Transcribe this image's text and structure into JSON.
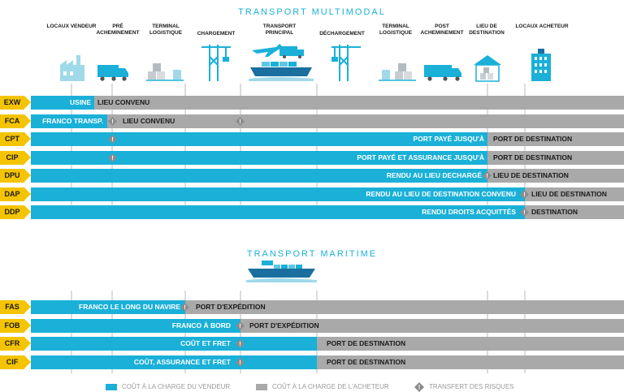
{
  "multimodal": {
    "title": "TRANSPORT MULTIMODAL",
    "columns": [
      {
        "label": "LOCAUX VENDEUR",
        "icon": "factory-icon"
      },
      {
        "label": "PRÉ ACHEMINEMENT",
        "icon": "truck-icon"
      },
      {
        "label": "TERMINAL LOGISTIQUE",
        "icon": "warehouse-boxes-icon"
      },
      {
        "label": "CHARGEMENT",
        "icon": "crane-icon"
      },
      {
        "label": "TRANSPORT PRINCIPAL",
        "icon": "plane-truck-ship-icon"
      },
      {
        "label": "DÉCHARGEMENT",
        "icon": "crane-icon"
      },
      {
        "label": "TERMINAL LOGISTIQUE",
        "icon": "warehouse-boxes-icon"
      },
      {
        "label": "POST ACHEMINEMENT",
        "icon": "truck-icon"
      },
      {
        "label": "LIEU DE DESTINATION",
        "icon": "destination-warehouse-icon"
      },
      {
        "label": "LOCAUX ACHETEUR",
        "icon": "office-building-icon"
      }
    ],
    "rows": [
      {
        "code": "EXW",
        "seller": "USINE",
        "buyer": "LIEU CONVENU"
      },
      {
        "code": "FCA",
        "seller": "FRANCO TRANSP.",
        "buyer": "LIEU CONVENU"
      },
      {
        "code": "CPT",
        "seller": "PORT PAYÉ JUSQU'À",
        "buyer": "PORT DE DESTINATION"
      },
      {
        "code": "CIP",
        "seller": "PORT PAYÉ ET ASSURANCE JUSQU'À",
        "buyer": "PORT DE DESTINATION"
      },
      {
        "code": "DPU",
        "seller": "RENDU AU LIEU DECHARGÉ",
        "buyer": "LIEU DE DESTINATION"
      },
      {
        "code": "DAP",
        "seller": "RENDU AU LIEU DE DESTINATION CONVENU",
        "buyer": "LIEU DE DESTINATION"
      },
      {
        "code": "DDP",
        "seller": "RENDU DROITS ACQUITTÉS",
        "buyer": "DESTINATION"
      }
    ]
  },
  "maritime": {
    "title": "TRANSPORT MARITIME",
    "icon": "container-ship-icon",
    "rows": [
      {
        "code": "FAS",
        "seller": "FRANCO LE LONG DU NAVIRE",
        "buyer": "PORT D'EXPÉDITION"
      },
      {
        "code": "FOB",
        "seller": "FRANCO À BORD",
        "buyer": "PORT D'EXPÉDITION"
      },
      {
        "code": "CFR",
        "seller": "COÛT ET FRET",
        "buyer": "PORT DE DESTINATION"
      },
      {
        "code": "CIF",
        "seller": "COÛT, ASSURANCE ET FRET",
        "buyer": "PORT DE DESTINATION"
      }
    ]
  },
  "legend": {
    "seller_cost": "COÛT À LA CHARGE DU VENDEUR",
    "buyer_cost": "COÛT À LA CHARGE DE L'ACHETEUR",
    "risk_transfer": "TRANSFERT DES RISQUES"
  },
  "colors": {
    "seller": "#1ab0d8",
    "buyer": "#a9a9a9",
    "code": "#f5c400",
    "risk": "#8c8c8c"
  }
}
